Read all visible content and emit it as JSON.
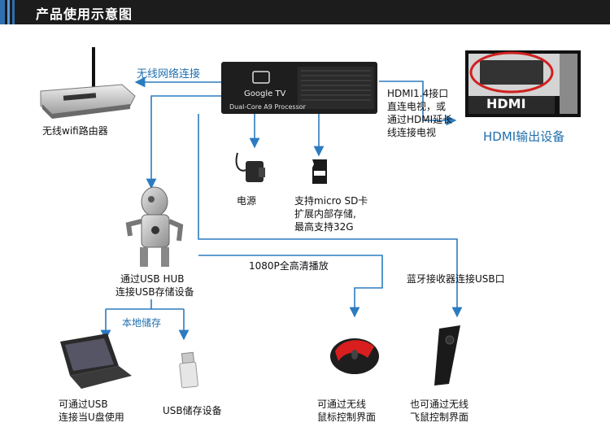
{
  "header": {
    "title": "产品使用示意图"
  },
  "device": {
    "brand": "Google TV",
    "processor": "Dual-Core A9 Processor"
  },
  "labels": {
    "wifi_connection": "无线网络连接",
    "router": "无线wifi路由器",
    "hdmi_note": [
      "HDMI1.4接口",
      "直连电视，或",
      "通过HDMI延长",
      "线连接电视"
    ],
    "hdmi_port": "HDMI",
    "hdmi_device": "HDMI输出设备",
    "power": "电源",
    "sd_card": [
      "支持micro SD卡",
      "扩展内部存储,",
      "最高支持32G"
    ],
    "usb_hub": [
      "通过USB HUB",
      "连接USB存储设备"
    ],
    "fullhd": "1080P全高清播放",
    "bluetooth": "蓝牙接收器连接USB口",
    "local_storage": "本地储存",
    "laptop": [
      "可通过USB",
      "连接当U盘使用"
    ],
    "usb_storage": "USB储存设备",
    "wireless_mouse": [
      "可通过无线",
      "鼠标控制界面"
    ],
    "air_mouse": [
      "也可通过无线",
      "飞鼠控制界面"
    ]
  },
  "colors": {
    "line_blue": "#2b7bc0",
    "header_bg": "#1c1c1c",
    "accent_blue": "#1f6fae"
  }
}
